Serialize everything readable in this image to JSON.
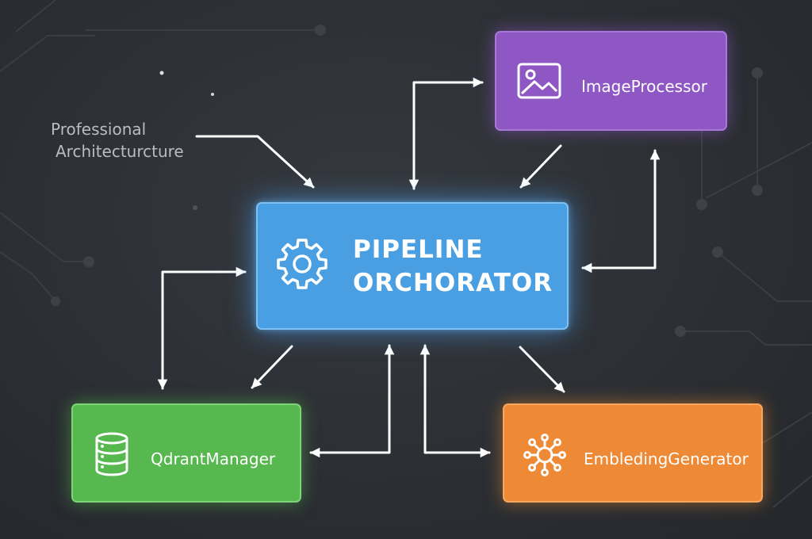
{
  "caption": {
    "line1": "Professional",
    "line2": "Architecturcture"
  },
  "nodes": {
    "orchestrator": {
      "line1": "PIPELINE",
      "line2": "ORCHORATOR",
      "icon": "gear-icon",
      "color": "#4a9fe2"
    },
    "image_processor": {
      "label": "ImageProcessor",
      "icon": "image-icon",
      "color": "#8e57c4"
    },
    "qdrant_manager": {
      "label": "QdrantManager",
      "icon": "database-icon",
      "color": "#57b84f"
    },
    "embedding_generator": {
      "label": "EmbledingGenerator",
      "icon": "network-hub-icon",
      "color": "#ee8a35"
    }
  },
  "colors": {
    "background": "#2b2e33",
    "arrow": "#ffffff",
    "circuit": "#3b3f45",
    "caption_text": "#b9bcc2"
  }
}
